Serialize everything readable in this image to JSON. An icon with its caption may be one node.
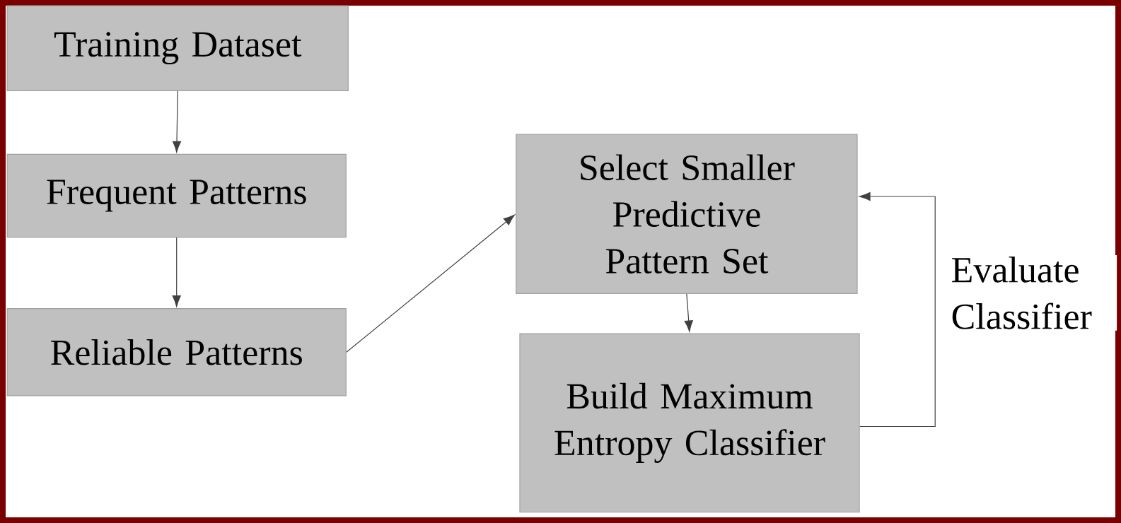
{
  "diagram": {
    "nodes": [
      {
        "text": [
          "Training Dataset"
        ]
      },
      {
        "text": [
          "Frequent Patterns"
        ]
      },
      {
        "text": [
          "Reliable Patterns"
        ]
      },
      {
        "text": [
          "Select Smaller Predictive Pattern Set"
        ]
      },
      {
        "text": [
          "Build Maximum Entropy Classifier"
        ]
      }
    ],
    "edges": [
      {
        "from": 0,
        "to": 1,
        "arrow": "to"
      },
      {
        "from": 1,
        "to": 2,
        "arrow": "to"
      },
      {
        "from": 2,
        "to": 3,
        "arrow": "to"
      },
      {
        "from": 3,
        "to": 4,
        "arrow": "to"
      },
      {
        "from": 4,
        "to": 3,
        "arrow": "to",
        "label": "Evaluate Classifier"
      }
    ]
  }
}
